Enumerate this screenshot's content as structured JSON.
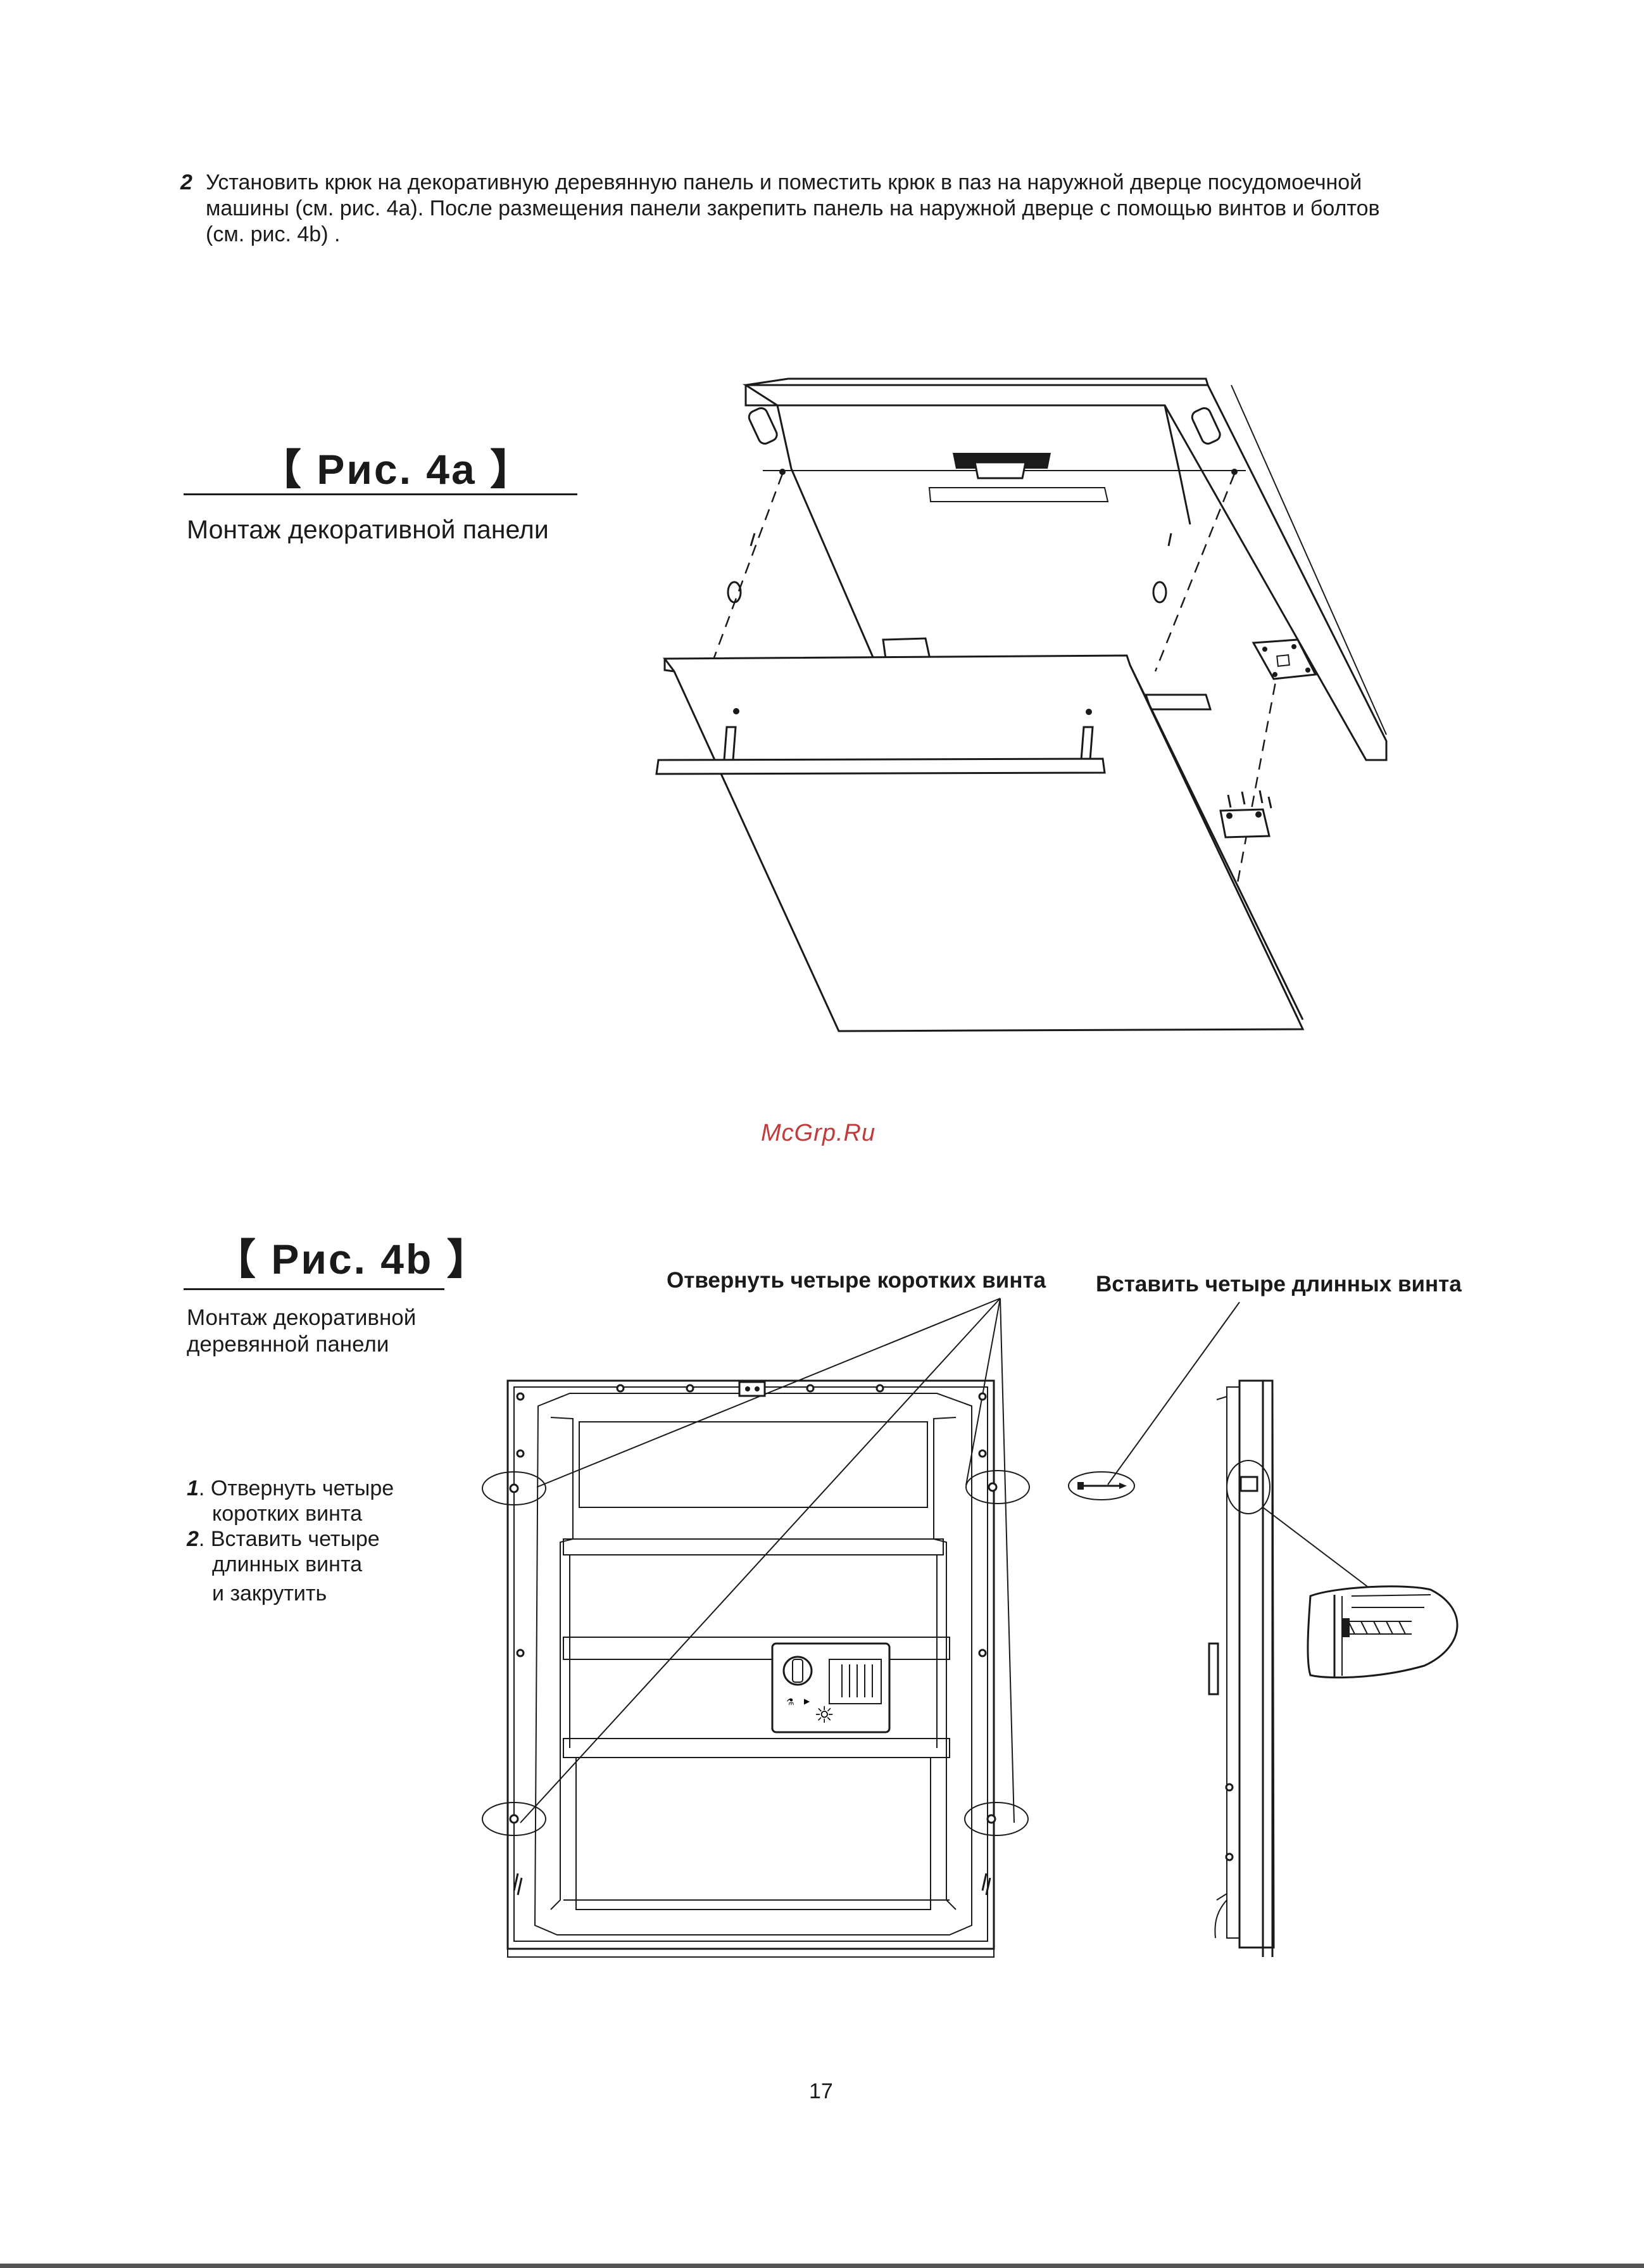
{
  "intro": {
    "number": "2",
    "lines": [
      "Установить крюк на декоративную деревянную панель и поместить крюк в паз на наружной дверце посудомоечной",
      "машины (см. рис. 4а). После размещения панели закрепить панель на наружной дверце с помощью винтов и болтов",
      "(см. рис. 4b) ."
    ]
  },
  "fig4a": {
    "title": "【 Рис. 4a 】",
    "subtitle": "Монтаж декоративной панели"
  },
  "watermark": "McGrp.Ru",
  "fig4b": {
    "title": "【 Рис. 4b 】",
    "subtitle_lines": [
      "Монтаж декоративной",
      "деревянной панели"
    ],
    "callout_left": "Отвернуть четыре коротких винта",
    "callout_right": "Вставить четыре длинных винта",
    "steps": [
      {
        "num": "1",
        "lines": [
          "Отвернуть четыре",
          "коротких винта"
        ]
      },
      {
        "num": "2",
        "lines": [
          "Вставить четыре",
          "длинных винта",
          "и закрутить"
        ]
      }
    ],
    "dial_symbols": {
      "hardness": "⚗",
      "arrow": "▶",
      "sun": "☼"
    }
  },
  "page_number": "17",
  "colors": {
    "ink": "#1a1a1a",
    "watermark": "#c23a3a"
  }
}
